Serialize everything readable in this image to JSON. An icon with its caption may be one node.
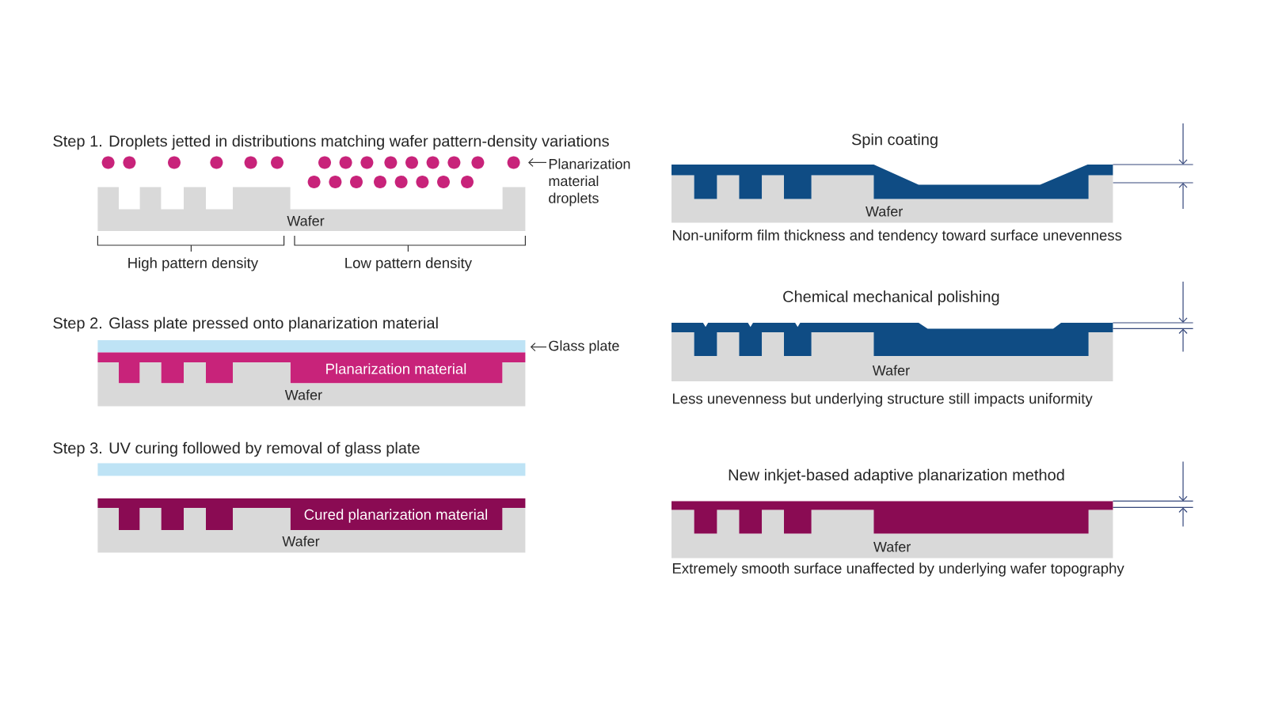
{
  "diagram": {
    "nodes": [
      {
        "text": [],
        "shape": "circle"
      },
      {
        "text": [
          "Planarization material droplets"
        ]
      },
      {
        "text": [
          "Wafer"
        ]
      },
      {
        "text": [],
        "shape": "bar"
      },
      {
        "text": [
          "Glass plate"
        ]
      },
      {
        "text": [
          "Planarization material"
        ]
      },
      {
        "text": [
          "Wafer"
        ]
      },
      {
        "text": [
          "Cured planarization material"
        ]
      },
      {
        "text": [
          "Wafer"
        ]
      },
      {
        "text": [
          "Wafer"
        ]
      },
      {
        "text": [
          "Wafer"
        ]
      },
      {
        "text": [
          "Wafer"
        ]
      }
    ],
    "edges": [
      {
        "from": 1,
        "to": 0,
        "arrow": "to"
      },
      {
        "from": 4,
        "to": 3,
        "arrow": "to"
      }
    ],
    "labels": [
      "Step 1. Droplets jetted in distributions matching wafer pattern-density variations",
      "High pattern density",
      "Low pattern density",
      "Step 2. Glass plate pressed onto planarization material",
      "Step 3. UV curing followed by removal of glass plate",
      "Spin coating",
      "Non-uniform film thickness and tendency toward surface unevenness",
      "Chemical mechanical polishing",
      "Less unevenness but underlying structure still impacts uniformity",
      "New inkjet-based adaptive planarization method",
      "Extremely smooth surface unaffected by underlying wafer topography"
    ]
  }
}
